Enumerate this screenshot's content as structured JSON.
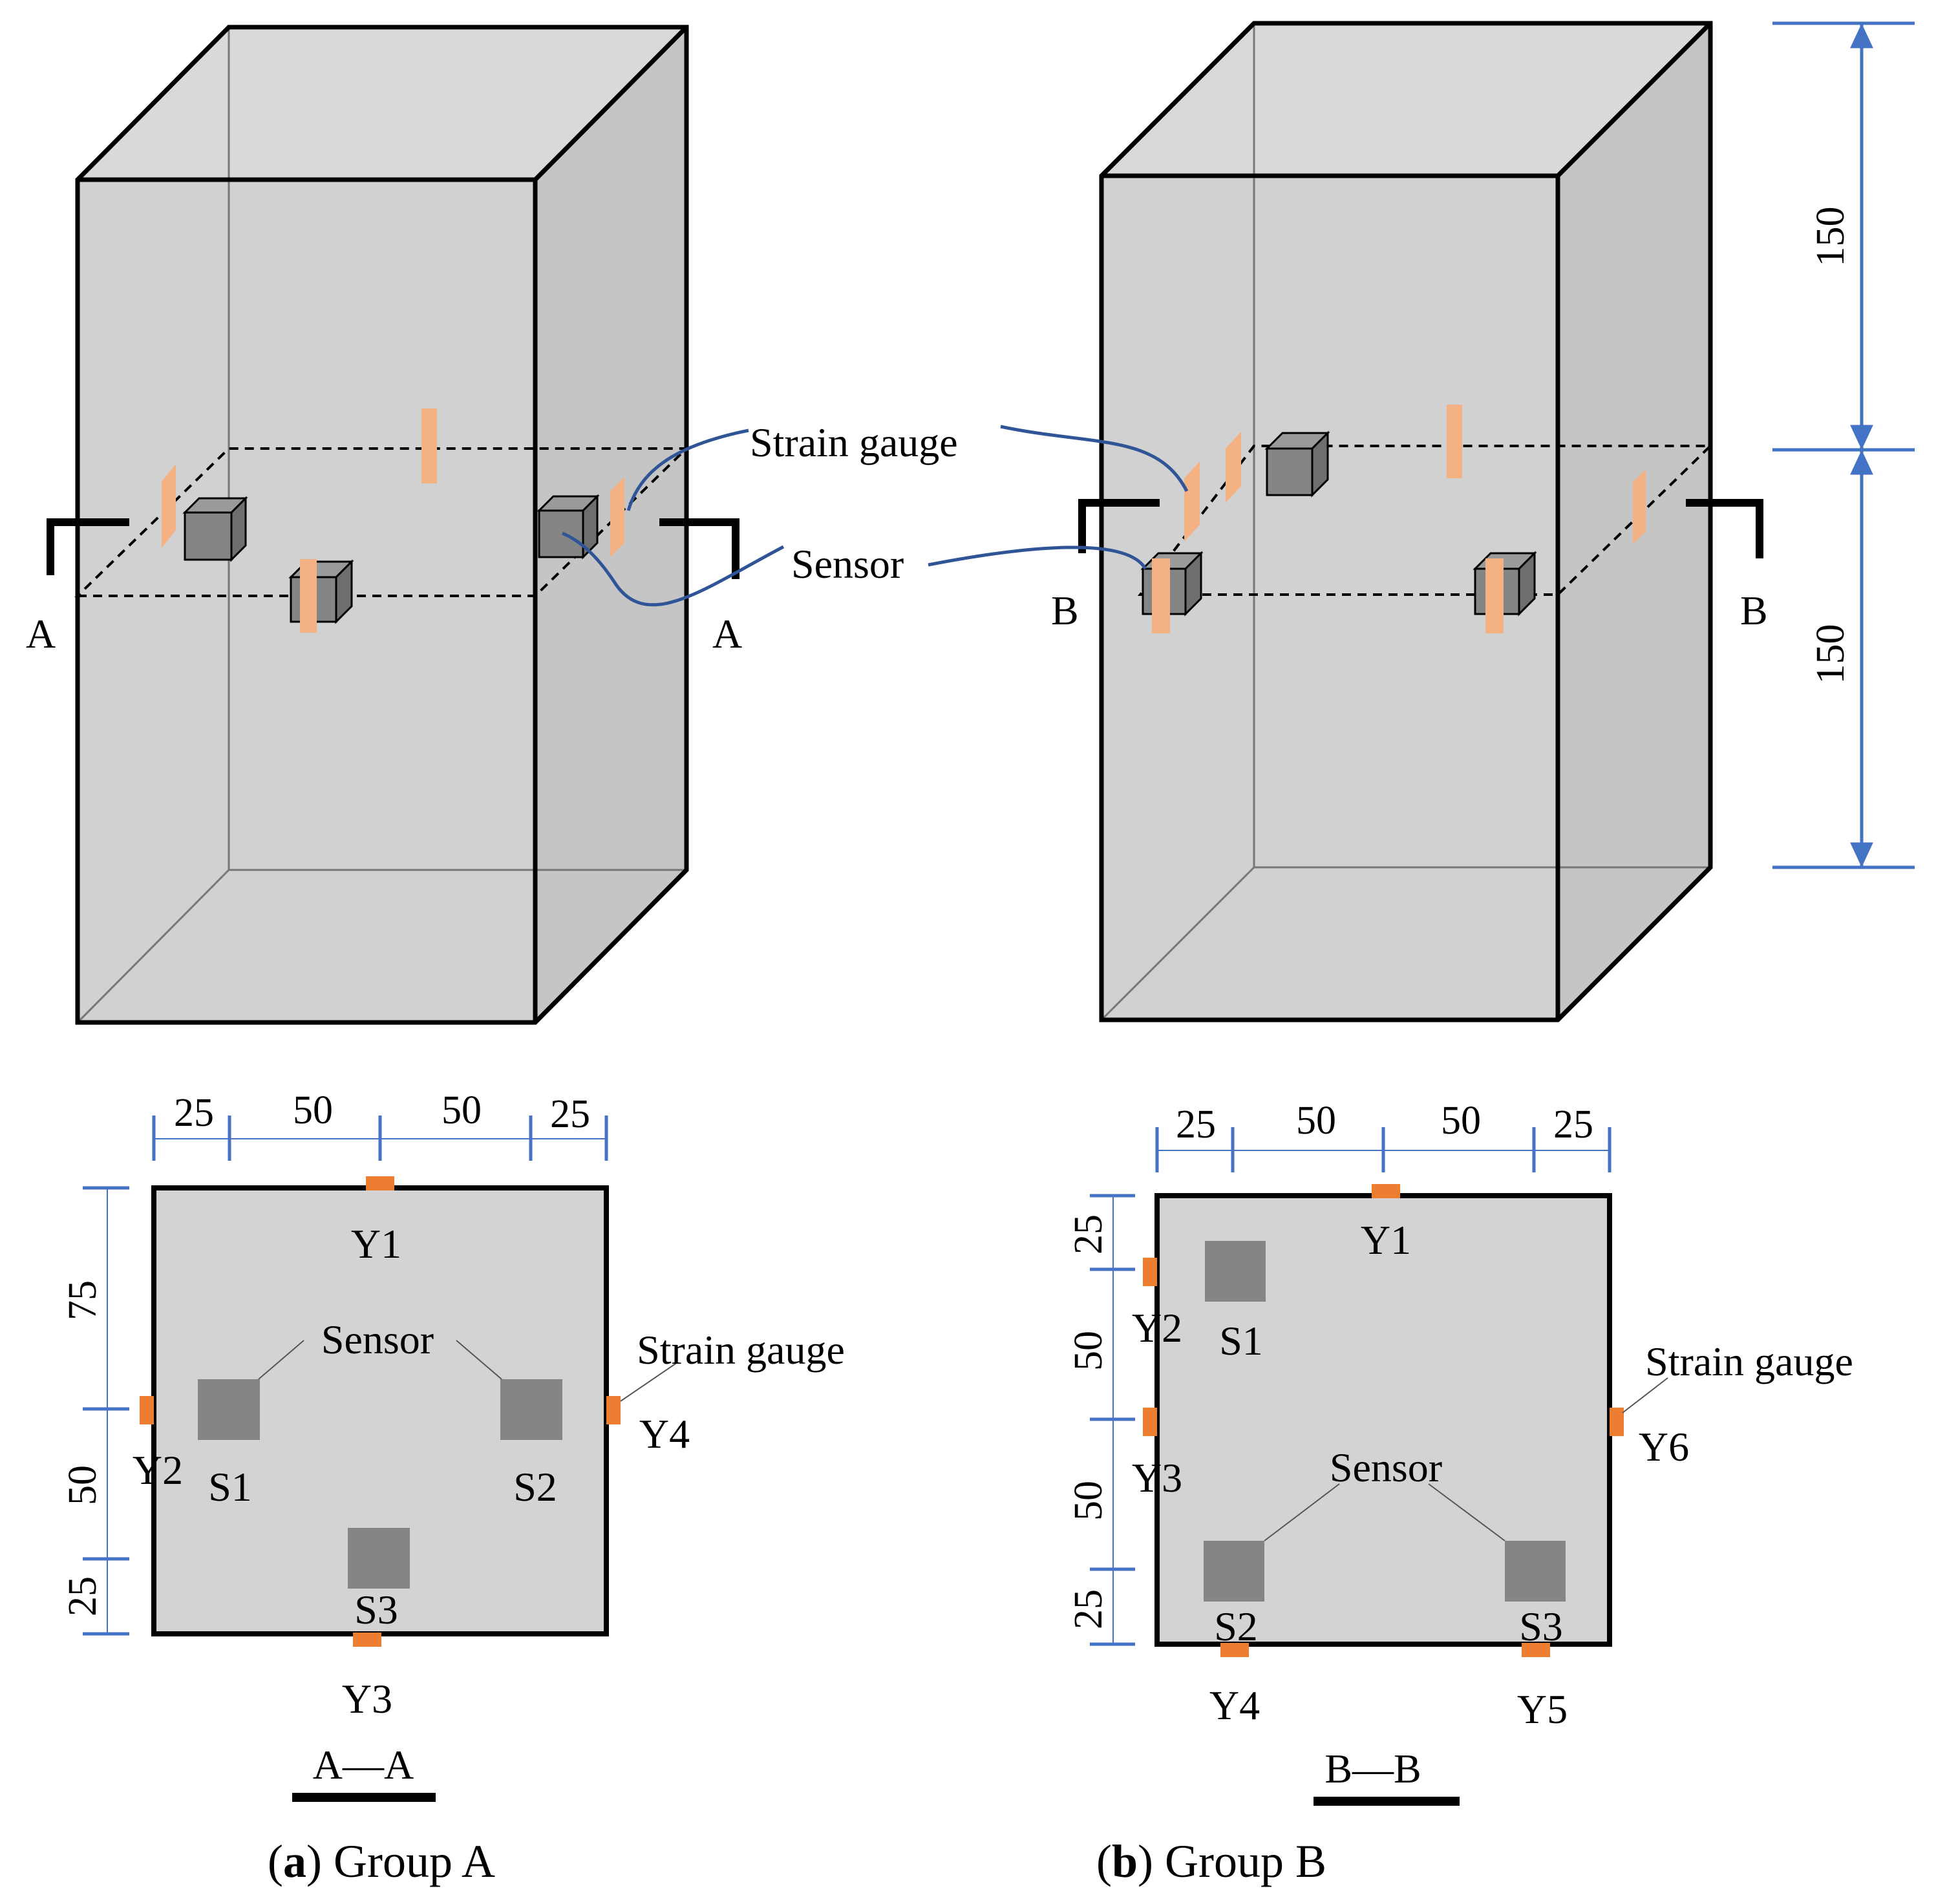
{
  "colors": {
    "solid_front": "#d1d1d1",
    "solid_side": "#c5c5c5",
    "solid_top": "#d9d9d9",
    "section_fill": "#d3d3d3",
    "sensor": "#858585",
    "sensor_dark": "#777777",
    "strain_gauge": "#f4b183",
    "strain_gauge_dark": "#ed7d31",
    "wire": "#2f5597",
    "dimension": "#4472c4",
    "outline": "#000000"
  },
  "groupA": {
    "cut_label_left": "A",
    "cut_label_right": "A",
    "callout_strain": "Strain gauge",
    "callout_sensor": "Sensor",
    "section": {
      "title": "A—A",
      "top_dims": [
        "25",
        "50",
        "50",
        "25"
      ],
      "side_dims": [
        "75",
        "50",
        "25"
      ],
      "gauges": [
        "Y1",
        "Y2",
        "Y3",
        "Y4"
      ],
      "sensors": [
        "S1",
        "S2",
        "S3"
      ],
      "sensor_label": "Sensor",
      "gauge_label": "Strain gauge"
    },
    "caption_letter": "a",
    "caption_text": "Group A"
  },
  "groupB": {
    "cut_label_left": "B",
    "cut_label_right": "B",
    "height_dims": [
      "150",
      "150"
    ],
    "section": {
      "title": "B—B",
      "top_dims": [
        "25",
        "50",
        "50",
        "25"
      ],
      "side_dims": [
        "25",
        "50",
        "50",
        "25"
      ],
      "gauges": [
        "Y1",
        "Y2",
        "Y3",
        "Y4",
        "Y5",
        "Y6"
      ],
      "sensors": [
        "S1",
        "S2",
        "S3"
      ],
      "sensor_label": "Sensor",
      "gauge_label": "Strain gauge"
    },
    "caption_letter": "b",
    "caption_text": "Group B"
  }
}
